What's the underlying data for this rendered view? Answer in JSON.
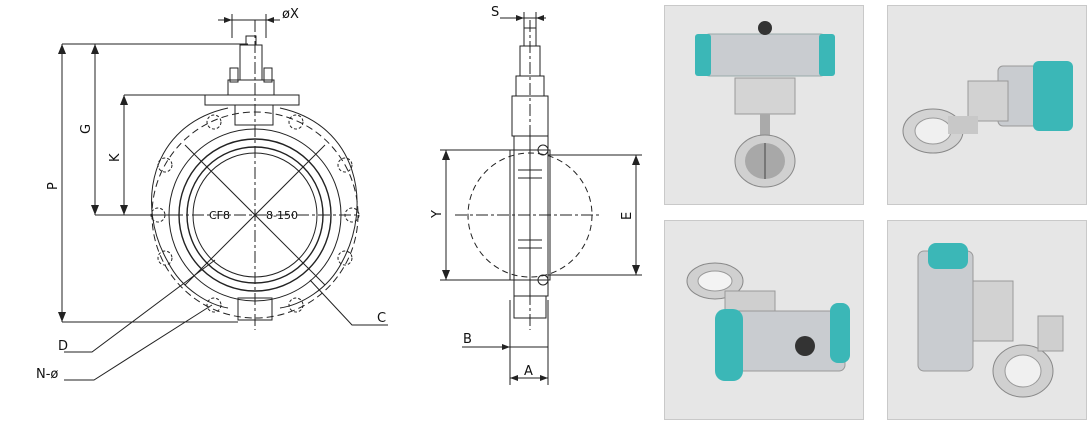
{
  "drawing": {
    "labels": {
      "phi_x": "øX",
      "s": "S",
      "g": "G",
      "k": "K",
      "p": "P",
      "cf8": "CF8",
      "pn": "8-150",
      "c": "C",
      "d": "D",
      "n_phi": "N-ø",
      "y": "Y",
      "e": "E",
      "b": "B",
      "a": "A"
    }
  },
  "photos": [
    {
      "view": "front-view"
    },
    {
      "view": "side-view"
    },
    {
      "view": "angled-view"
    },
    {
      "view": "rear-view"
    }
  ],
  "colors": {
    "line": "#222222",
    "actuator_cap": "#3bb7b7",
    "actuator_body": "#c9ccd0",
    "steel": "#b8b8b8",
    "photo_bg": "#e6e6e6"
  }
}
